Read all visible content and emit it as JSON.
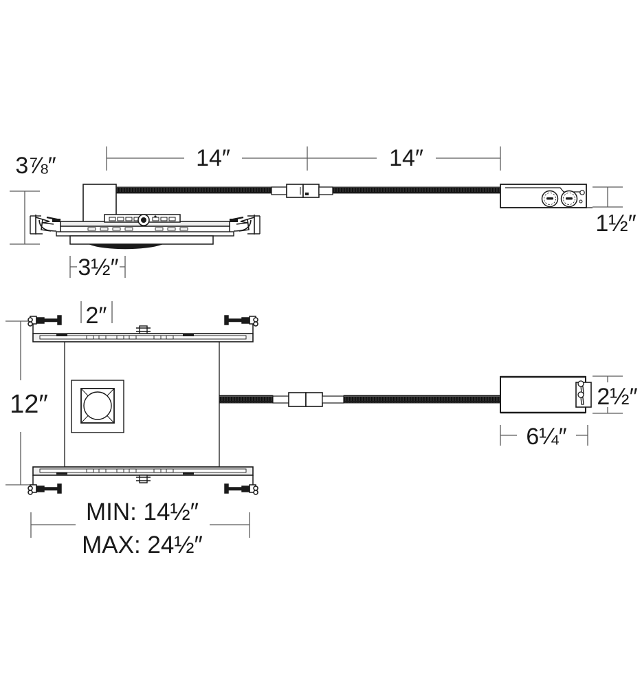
{
  "document": {
    "type": "technical-dimensional-drawing",
    "subject": "Recessed downlight housing with remote driver and junction box",
    "views": [
      "side-elevation",
      "plan-view"
    ],
    "units": "inches",
    "background_color": "#ffffff",
    "line_color": "#1a1a1a",
    "cable_color": "#1a1a1a"
  },
  "top_view": {
    "name": "side-elevation",
    "dimensions": {
      "height_left": "3⅞″",
      "trim_width": "3½″",
      "cable_run_1": "14″",
      "cable_run_2": "14″",
      "junction_box_height": "1½″"
    }
  },
  "bottom_view": {
    "name": "plan-view",
    "dimensions": {
      "frame_height": "12″",
      "bar_offset": "2″",
      "min_span": "MIN: 14½″",
      "max_span": "MAX: 24½″",
      "driver_length": "6¼″",
      "driver_height": "2½″"
    }
  },
  "labels": {
    "h_3_7_8": "3⅞″",
    "h_3_1_2": "3½″",
    "h_14_a": "14″",
    "h_14_b": "14″",
    "h_1_1_2": "1½″",
    "h_12": "12″",
    "h_2": "2″",
    "h_min": "MIN: 14½″",
    "h_max": "MAX: 24½″",
    "h_6_1_4": "6¼″",
    "h_2_1_2": "2½″"
  }
}
